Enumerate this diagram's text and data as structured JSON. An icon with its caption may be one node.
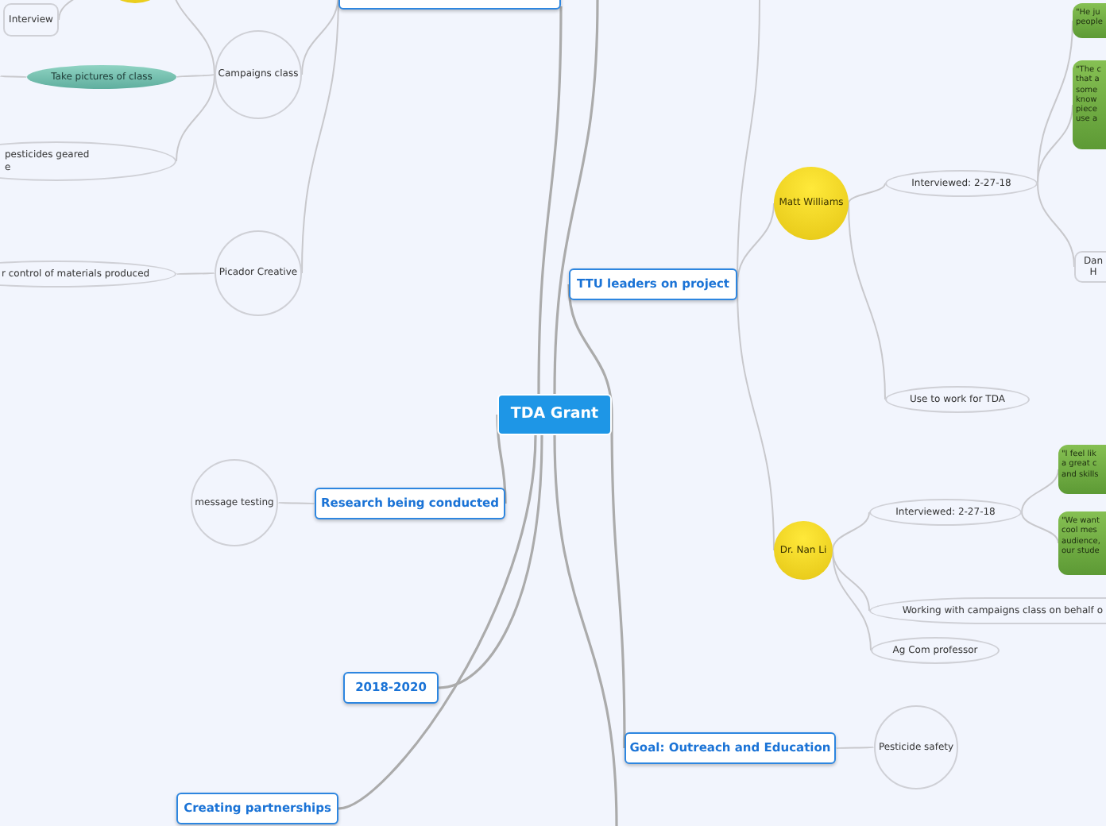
{
  "diagram": {
    "nodes": [
      {
        "text": [
          "TDA Grant"
        ]
      },
      {
        "text": [],
        "shape": "box"
      },
      {
        "text": [],
        "shape": "circle"
      },
      {
        "text": [
          "Interview"
        ]
      },
      {
        "text": [
          "Campaigns class"
        ]
      },
      {
        "text": [
          "Take pictures of class"
        ]
      },
      {
        "text": [
          "pesticides geared e"
        ]
      },
      {
        "text": [
          "Picador Creative"
        ]
      },
      {
        "text": [
          "r control of materials produced"
        ]
      },
      {
        "text": [
          "TTU leaders on project"
        ]
      },
      {
        "text": [
          "Matt Williams"
        ]
      },
      {
        "text": [
          "Interviewed: 2-27-18"
        ]
      },
      {
        "text": [
          "\"He ju people"
        ]
      },
      {
        "text": [
          "\"The c that a some know piece use a"
        ]
      },
      {
        "text": [
          "Dan H"
        ]
      },
      {
        "text": [
          "Use to work for TDA"
        ]
      },
      {
        "text": [
          "Dr. Nan Li"
        ]
      },
      {
        "text": [
          "Interviewed: 2-27-18"
        ]
      },
      {
        "text": [
          "\"I feel lik a great c and skills"
        ]
      },
      {
        "text": [
          "\"We want cool mes audience, our stude"
        ]
      },
      {
        "text": [
          "Working with campaigns class on behalf o"
        ]
      },
      {
        "text": [
          "Ag Com professor"
        ]
      },
      {
        "text": [
          "Research being conducted"
        ]
      },
      {
        "text": [
          "message testing"
        ]
      },
      {
        "text": [
          "2018-2020"
        ]
      },
      {
        "text": [
          "Goal: Outreach and Education"
        ]
      },
      {
        "text": [
          "Pesticide safety"
        ]
      },
      {
        "text": [
          "Creating partnerships"
        ]
      }
    ],
    "edges": [
      {
        "from": 0,
        "to": 1,
        "arrow": "none"
      },
      {
        "from": 0,
        "to": null,
        "arrow": "none"
      },
      {
        "from": 0,
        "to": 9,
        "arrow": "none"
      },
      {
        "from": 0,
        "to": 22,
        "arrow": "none"
      },
      {
        "from": 0,
        "to": 24,
        "arrow": "none"
      },
      {
        "from": 0,
        "to": 27,
        "arrow": "none"
      },
      {
        "from": 0,
        "to": 25,
        "arrow": "none"
      },
      {
        "from": 0,
        "to": null,
        "arrow": "none"
      },
      {
        "from": 1,
        "to": 4,
        "arrow": "none"
      },
      {
        "from": 1,
        "to": 7,
        "arrow": "none"
      },
      {
        "from": 4,
        "to": 2,
        "arrow": "none"
      },
      {
        "from": 4,
        "to": 5,
        "arrow": "none"
      },
      {
        "from": 4,
        "to": 6,
        "arrow": "none"
      },
      {
        "from": 2,
        "to": 3,
        "arrow": "none"
      },
      {
        "from": 5,
        "to": null,
        "arrow": "none"
      },
      {
        "from": 7,
        "to": 8,
        "arrow": "none"
      },
      {
        "from": 9,
        "to": null,
        "arrow": "none"
      },
      {
        "from": 9,
        "to": 10,
        "arrow": "none"
      },
      {
        "from": 9,
        "to": 16,
        "arrow": "none"
      },
      {
        "from": 10,
        "to": 11,
        "arrow": "none"
      },
      {
        "from": 10,
        "to": 15,
        "arrow": "none"
      },
      {
        "from": 11,
        "to": 12,
        "arrow": "none"
      },
      {
        "from": 11,
        "to": 13,
        "arrow": "none"
      },
      {
        "from": 11,
        "to": 14,
        "arrow": "none"
      },
      {
        "from": 16,
        "to": 17,
        "arrow": "none"
      },
      {
        "from": 16,
        "to": 20,
        "arrow": "none"
      },
      {
        "from": 16,
        "to": 21,
        "arrow": "none"
      },
      {
        "from": 17,
        "to": 18,
        "arrow": "none"
      },
      {
        "from": 17,
        "to": 19,
        "arrow": "none"
      },
      {
        "from": 22,
        "to": 23,
        "arrow": "none"
      },
      {
        "from": 25,
        "to": 26,
        "arrow": "none"
      }
    ]
  }
}
